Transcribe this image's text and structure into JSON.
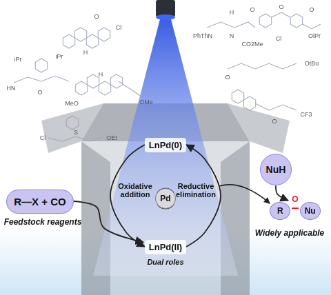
{
  "diagram": {
    "nodes": [
      {
        "text": [
          "LnPd(0)"
        ]
      },
      {
        "text": [
          "LnPd(II)"
        ]
      },
      {
        "text": [
          "Pd"
        ]
      },
      {
        "text": [
          "R—X + CO"
        ]
      },
      {
        "text": [
          "NuH"
        ]
      },
      {
        "text": [
          "R",
          "O",
          "Nu"
        ]
      }
    ],
    "edges": [
      {
        "from": 0,
        "to": 1,
        "arrow": "to"
      },
      {
        "from": 1,
        "to": 0,
        "arrow": "to"
      },
      {
        "from": 3,
        "to": 1,
        "arrow": "to"
      },
      {
        "from": 4,
        "to": 5,
        "arrow": "to"
      }
    ],
    "labels": [
      "Oxidative addition",
      "Reductive elimination",
      "Dual roles",
      "Feedstock reagents",
      "Widely applicable",
      "O",
      "Cl",
      "H",
      "H",
      "iPr",
      "iPr",
      "HN",
      "O",
      "MeO",
      "OMe",
      "S",
      "Cl",
      "OEt",
      "PhThN",
      "H",
      "N",
      "O",
      "CO2Me",
      "Cl",
      "O",
      "O",
      "OiPr",
      "O",
      "OtBu",
      "O",
      "CF3"
    ]
  }
}
